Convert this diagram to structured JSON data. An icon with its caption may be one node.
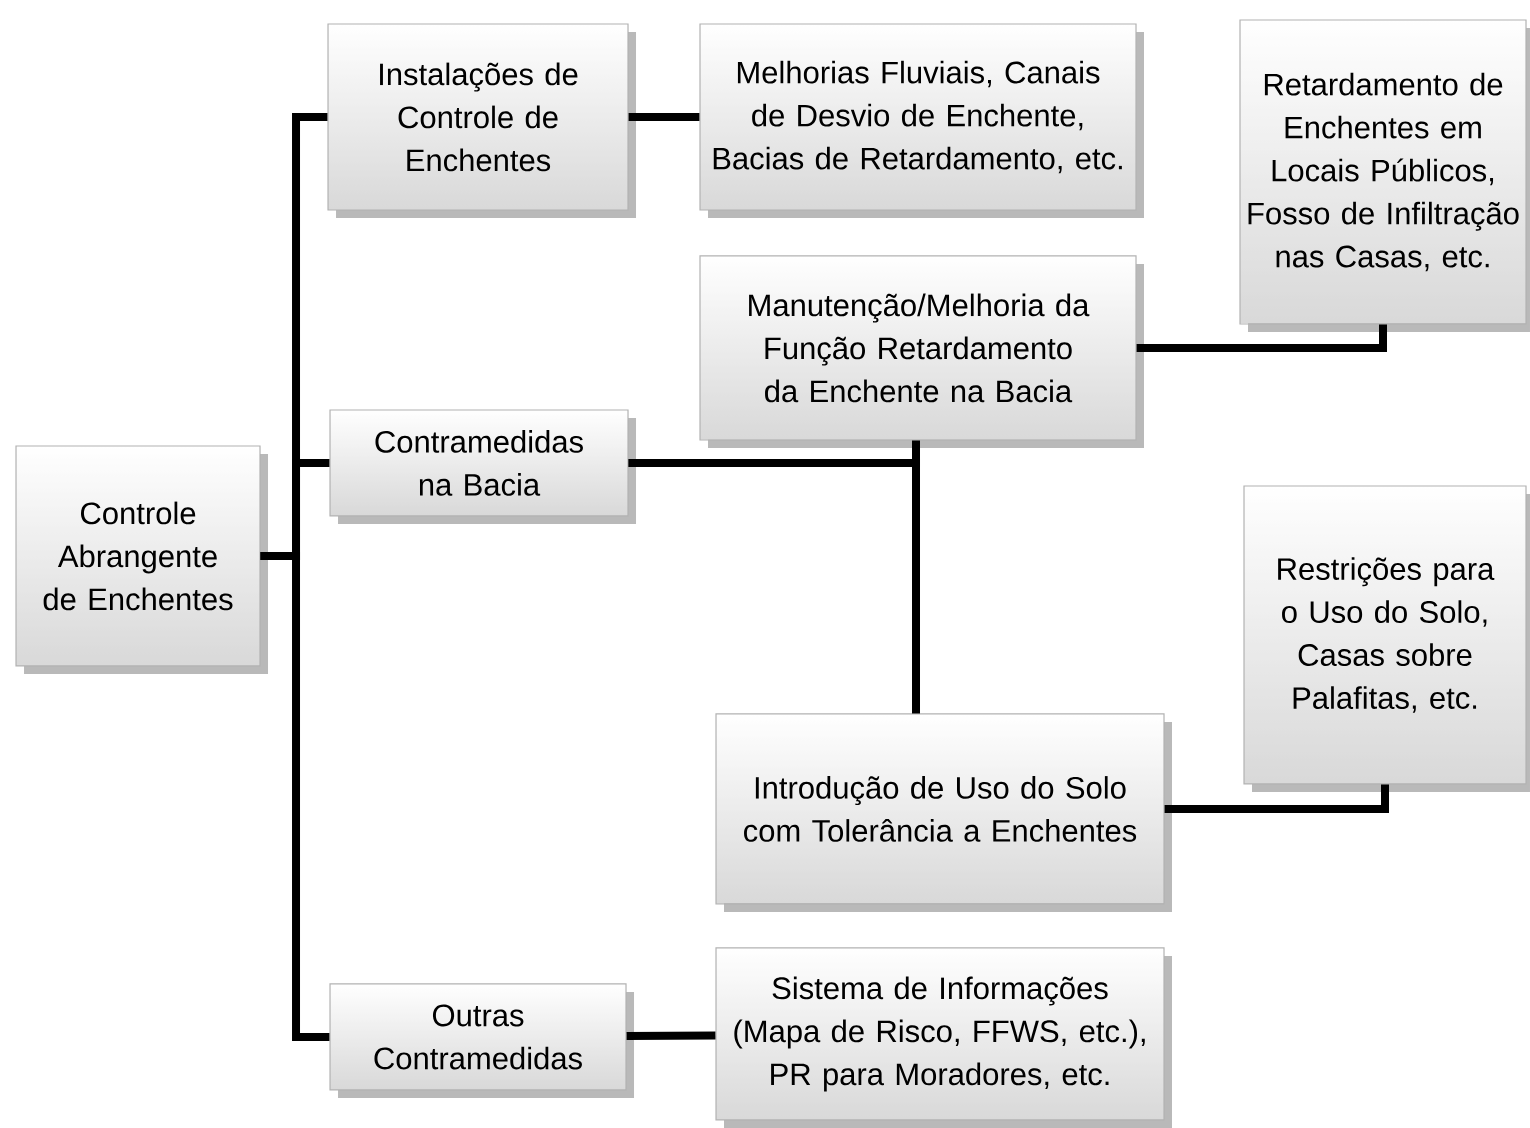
{
  "diagram": {
    "nodes": [
      {
        "text": [
          "Controle Abrangente de Enchentes"
        ]
      },
      {
        "text": [
          "Instalações de Controle de Enchentes"
        ]
      },
      {
        "text": [
          "Contramedidas na Bacia"
        ]
      },
      {
        "text": [
          "Outras Contramedidas"
        ]
      },
      {
        "text": [
          "Melhorias Fluviais, Canais de Desvio de Enchente, Bacias de Retardamento, etc."
        ]
      },
      {
        "text": [
          "Manutenção/Melhoria da Função Retardamento da Enchente na Bacia"
        ]
      },
      {
        "text": [
          "Introdução de Uso do Solo com Tolerância a Enchentes"
        ]
      },
      {
        "text": [
          "Sistema de Informações (Mapa de Risco, FFWS, etc.), PR para Moradores, etc."
        ]
      },
      {
        "text": [
          "Retardamento de Enchentes em Locais Públicos, Fosso de Infiltração nas Casas, etc."
        ]
      },
      {
        "text": [
          "Restrições para o Uso do Solo, Casas sobre Palafitas, etc."
        ]
      }
    ],
    "edges": [
      {
        "from": 0,
        "to": 1,
        "arrow": "none"
      },
      {
        "from": 0,
        "to": 2,
        "arrow": "none"
      },
      {
        "from": 0,
        "to": 3,
        "arrow": "none"
      },
      {
        "from": 1,
        "to": 4,
        "arrow": "none"
      },
      {
        "from": 2,
        "to": 5,
        "arrow": "none"
      },
      {
        "from": 2,
        "to": 6,
        "arrow": "none"
      },
      {
        "from": 3,
        "to": 7,
        "arrow": "none"
      },
      {
        "from": 5,
        "to": 8,
        "arrow": "none"
      },
      {
        "from": 6,
        "to": 9,
        "arrow": "none"
      }
    ]
  }
}
